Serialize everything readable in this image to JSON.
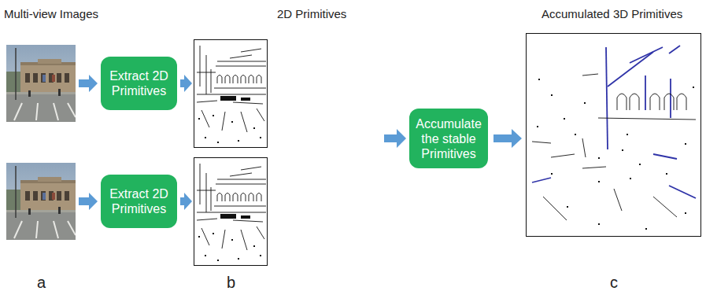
{
  "diagram": {
    "nodes": [
      {
        "text": [
          "Extract 2D Primitives"
        ]
      },
      {
        "text": [
          "Extract 2D Primitives"
        ]
      },
      {
        "text": [
          "Accumulate the stable Primitives"
        ]
      }
    ],
    "labels": [
      "Multi-view Images",
      "2D Primitives",
      "Accumulated 3D Primitives",
      "a",
      "b",
      "c"
    ]
  }
}
